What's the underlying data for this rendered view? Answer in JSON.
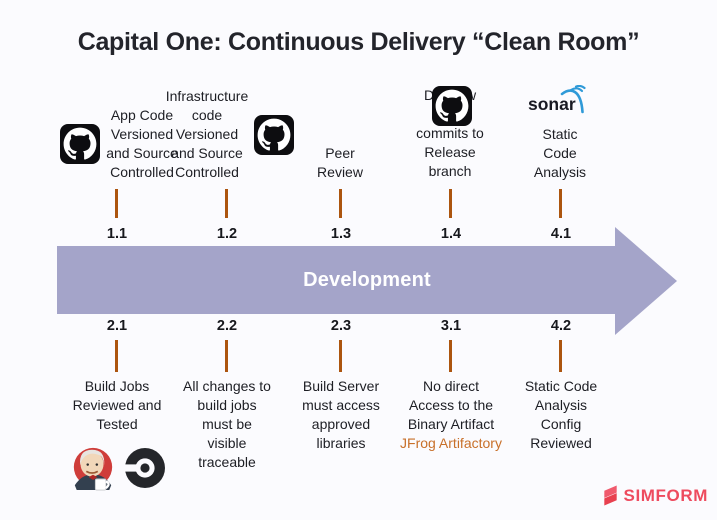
{
  "title": "Capital One: Continuous Delivery “Clean Room”",
  "arrow": {
    "label": "Development",
    "color": "#a4a4c9"
  },
  "top_items": [
    {
      "number": "1.1",
      "text": "App Code\nVersioned\nand Source\nControlled",
      "icon": "github-icon"
    },
    {
      "number": "1.2",
      "text": "Infrastructure\ncode\nVersioned\nand Source\nControlled",
      "icon": "github-icon"
    },
    {
      "number": "1.3",
      "text": "Peer\nReview",
      "icon": null
    },
    {
      "number": "1.4",
      "text": "Disallow\ndirect\ncommits to\nRelease\nbranch",
      "icon": "github-icon"
    },
    {
      "number": "4.1",
      "text": "Static\nCode\nAnalysis",
      "icon": "sonar-logo",
      "logo_text": "sonar"
    }
  ],
  "bottom_items": [
    {
      "number": "2.1",
      "text": "Build Jobs\nReviewed and\nTested",
      "icons": [
        "jenkins-icon",
        "circleci-icon"
      ]
    },
    {
      "number": "2.2",
      "text": "All changes to\nbuild jobs\nmust be\nvisible\ntraceable"
    },
    {
      "number": "2.3",
      "text": "Build Server\nmust access\napproved\nlibraries"
    },
    {
      "number": "3.1",
      "text": "No direct\nAccess to the\nBinary Artifact",
      "highlight": "JFrog Artifactory"
    },
    {
      "number": "4.2",
      "text": "Static Code\nAnalysis\nConfig\nReviewed"
    }
  ],
  "footer": {
    "brand": "SIMFORM"
  },
  "colors": {
    "background": "#fbfbfe",
    "tick": "#ac550f",
    "arrow": "#a4a4c9",
    "highlight_orange": "#c8702a",
    "brand_red": "#ee4b5e",
    "sonar_blue": "#2f9ad8"
  }
}
